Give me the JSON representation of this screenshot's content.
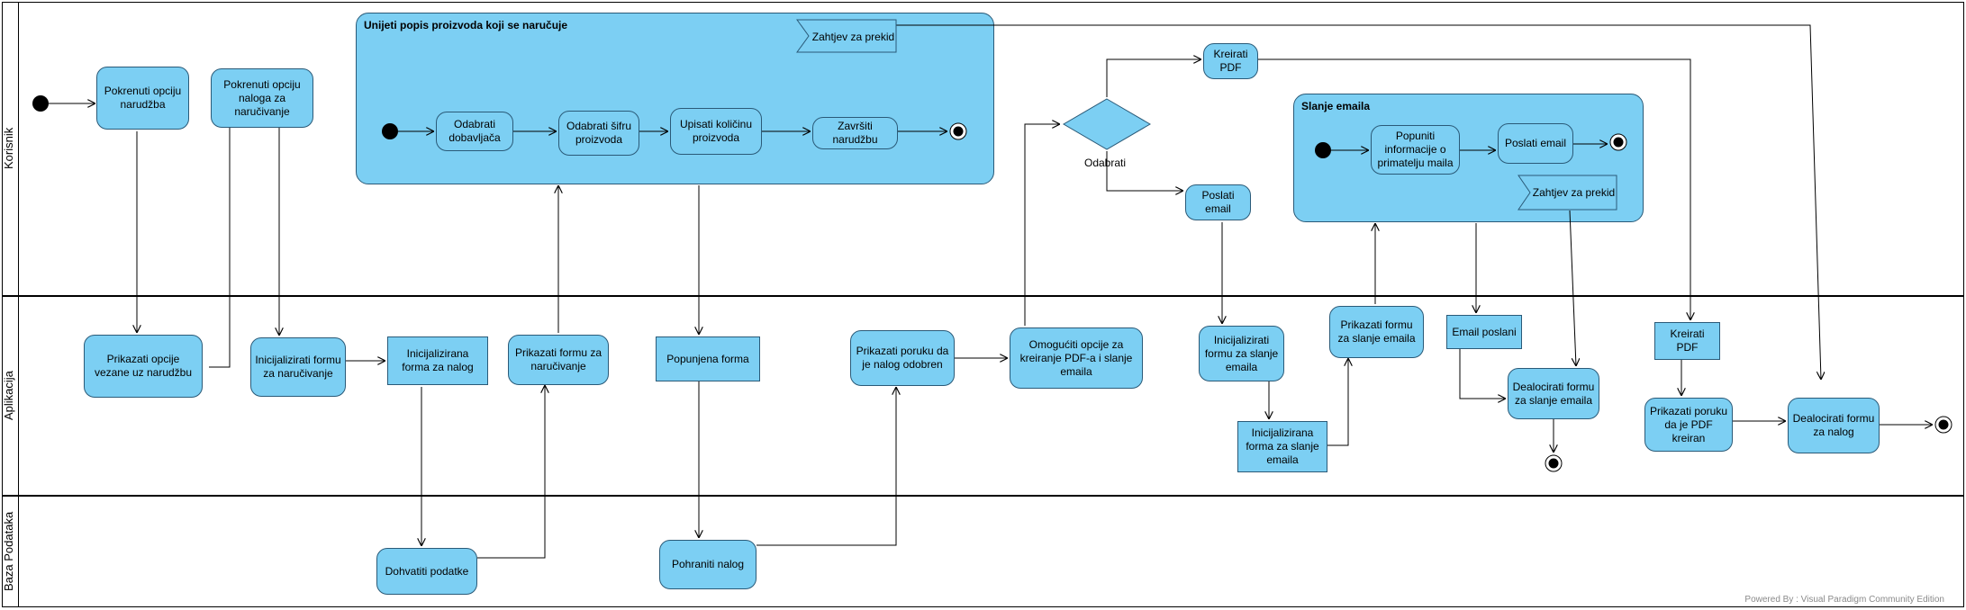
{
  "lanes": {
    "korisnik": "Korisnik",
    "aplikacija": "Aplikacija",
    "baza": "Baza Podataka"
  },
  "regions": {
    "popis": {
      "title": "Unijeti popis proizvoda koji se naručuje",
      "signal": "Zahtjev za prekid"
    },
    "email": {
      "title": "Slanje emaila",
      "signal": "Zahtjev za prekid"
    }
  },
  "activities": {
    "pokrenuti_narudzba": "Pokrenuti opciju narudžba",
    "pokrenuti_nalog": "Pokrenuti opciju naloga za naručivanje",
    "odabrati_dobavljaca": "Odabrati dobavljača",
    "odabrati_sifru": "Odabrati šifru proizvoda",
    "upisati_kolicinu": "Upisati količinu proizvoda",
    "zavrsiti_narudzbu": "Završiti narudžbu",
    "kreirati_pdf_k": "Kreirati PDF",
    "poslati_email_k": "Poslati email",
    "popuniti_info": "Popuniti informacije o primatelju maila",
    "poslati_email_in": "Poslati email",
    "prikazati_opcije": "Prikazati opcije vezane uz narudžbu",
    "inicijalizirati_nar": "Inicijalizirati formu za naručivanje",
    "prikazati_formu_nar": "Prikazati formu za naručivanje",
    "prikazati_poruku_nalog": "Prikazati poruku da je nalog odobren",
    "omoguciti_opcije": "Omogućiti opcije za kreiranje PDF-a i slanje emaila",
    "inicijalizirati_email": "Inicijalizirati formu za slanje emaila",
    "prikazati_formu_email": "Prikazati formu za slanje emaila",
    "dealocirati_email": "Dealocirati formu za slanje emaila",
    "prikazati_poruku_pdf": "Prikazati poruku da je PDF kreiran",
    "dealocirati_nalog": "Dealocirati formu za nalog",
    "dohvatiti_podatke": "Dohvatiti podatke",
    "pohraniti_nalog": "Pohraniti nalog"
  },
  "objects": {
    "inicijalizirana_nalog": "Inicijalizirana forma za nalog",
    "popunjena_forma": "Popunjena forma",
    "inicijalizirana_email": "Inicijalizirana forma za slanje emaila",
    "email_poslani": "Email poslani",
    "kreirati_pdf_a": "Kreirati PDF"
  },
  "decision": {
    "label": "Odabrati"
  },
  "footer": "Powered By : Visual Paradigm Community Edition",
  "colors": {
    "fill": "#7ccff3",
    "stroke": "#2a5a78",
    "lane_border": "#000000"
  }
}
